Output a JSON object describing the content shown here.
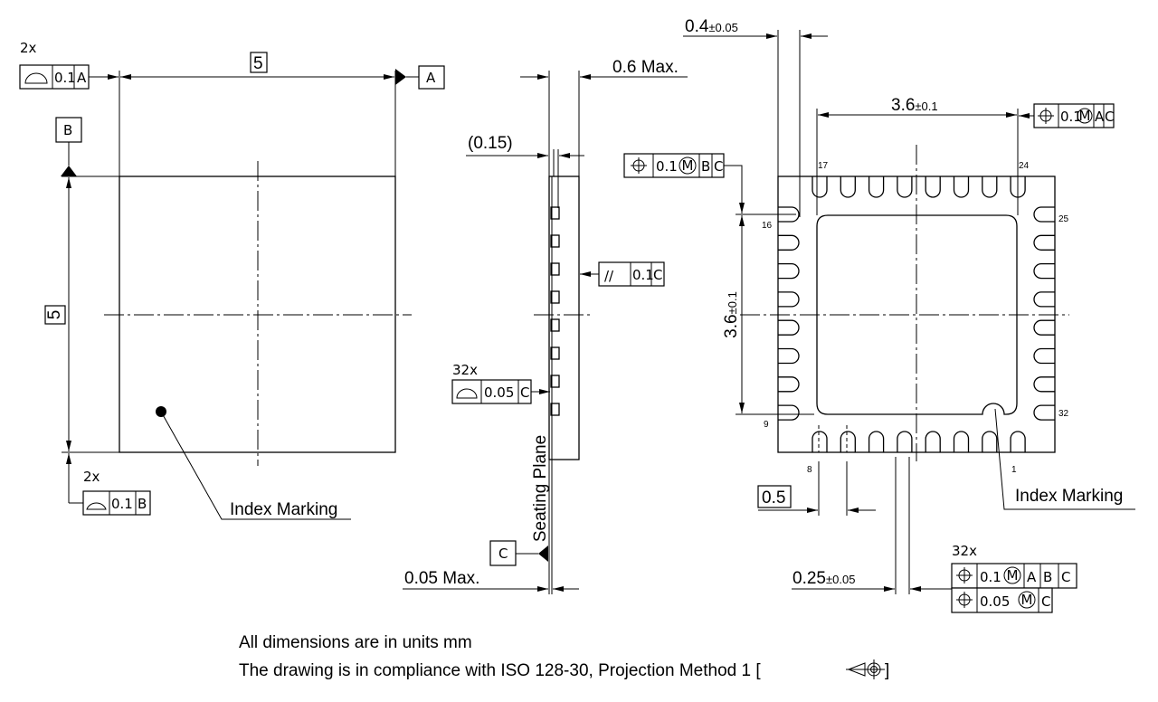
{
  "top_view": {
    "width_dim": "5",
    "height_dim": "5",
    "datum_a": "A",
    "datum_b": "B",
    "fcf_top": {
      "count": "2x",
      "symbol": "profile-of-surface-icon",
      "tolerance": "0.1",
      "datum": "A"
    },
    "fcf_bottom": {
      "count": "2x",
      "symbol": "profile-of-surface-icon",
      "tolerance": "0.1",
      "datum": "B"
    },
    "index_marking": "Index Marking"
  },
  "side_view": {
    "height_dim": "0.6 Max.",
    "pad_dim": "(0.15)",
    "standoff_dim": "0.05 Max.",
    "seating_plane": "Seating Plane",
    "datum_c": "C",
    "fcf_parallel": {
      "symbol": "parallelism-icon",
      "symbol_text": "//",
      "tolerance": "0.1",
      "datum": "C"
    },
    "fcf_profile": {
      "count": "32x",
      "symbol": "profile-of-surface-icon",
      "tolerance": "0.05",
      "datum": "C"
    }
  },
  "bottom_view": {
    "pad_width_dim": "0.4",
    "pad_width_tol": "±0.05",
    "ep_width_dim": "3.6",
    "ep_width_tol": "±0.1",
    "ep_height_dim": "3.6",
    "ep_height_tol": "±0.1",
    "pitch_dim": "0.5",
    "lead_width_dim": "0.25",
    "lead_width_tol": "±0.05",
    "fcf_ep_h": {
      "symbol": "position-icon",
      "tolerance": "0.1",
      "modifier": "M",
      "datums": [
        "A",
        "C"
      ]
    },
    "fcf_ep_v": {
      "symbol": "position-icon",
      "tolerance": "0.1",
      "modifier": "M",
      "datums": [
        "B",
        "C"
      ]
    },
    "fcf_leads": {
      "count": "32x",
      "row1": {
        "symbol": "position-icon",
        "tolerance": "0.1",
        "modifier": "M",
        "datums": [
          "A",
          "B",
          "C"
        ]
      },
      "row2": {
        "symbol": "position-icon",
        "tolerance": "0.05",
        "modifier": "M",
        "datums": [
          "C"
        ]
      }
    },
    "pin_labels": {
      "p1": "1",
      "p8": "8",
      "p9": "9",
      "p16": "16",
      "p17": "17",
      "p24": "24",
      "p25": "25",
      "p32": "32"
    },
    "pins_per_side": 8,
    "index_marking": "Index Marking"
  },
  "notes": {
    "line1": "All dimensions are in units mm",
    "line2": "The drawing is in compliance with ISO 128-30, Projection Method 1 [",
    "line2_end": "]",
    "projection_symbol": "first-angle-projection-icon"
  }
}
